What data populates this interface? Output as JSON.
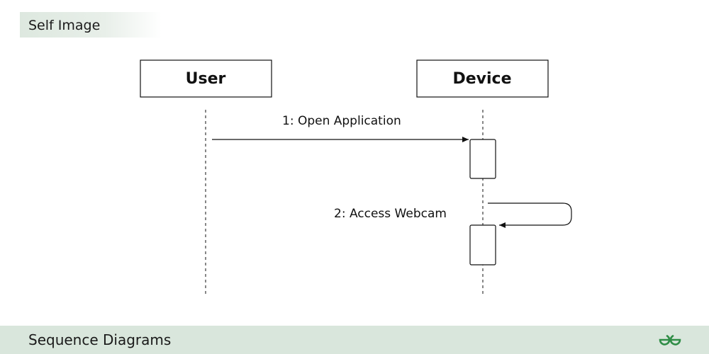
{
  "tag": {
    "label": "Self Image"
  },
  "participants": [
    {
      "id": "user",
      "label": "User"
    },
    {
      "id": "device",
      "label": "Device"
    }
  ],
  "messages": [
    {
      "label": "1: Open Application",
      "from": "User",
      "to": "Device"
    },
    {
      "label": "2: Access Webcam",
      "from": "Device",
      "to": "Device"
    }
  ],
  "footer": {
    "title": "Sequence Diagrams"
  },
  "logo": {
    "icon": "gfg-logo-icon",
    "color": "#2f8d46"
  },
  "colors": {
    "tag_bg": "#dde8df",
    "footer_bg": "#d9e6dc",
    "line": "#111111"
  }
}
